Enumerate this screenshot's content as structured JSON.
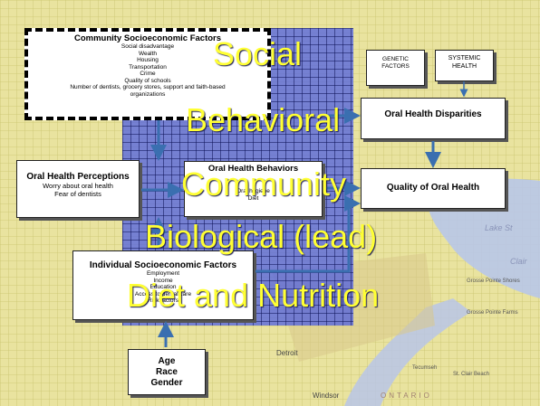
{
  "community_factors": {
    "title": "Community Socioeconomic Factors",
    "items": [
      "Social disadvantage",
      "Wealth",
      "Housing",
      "Transportation",
      "Crime",
      "Quality of schools",
      "Number of dentists, grocery stores, support and faith-based",
      "organizations"
    ]
  },
  "genetic": [
    "GENETIC",
    "FACTORS"
  ],
  "systemic": [
    "SYSTEMIC",
    "HEALTH"
  ],
  "disparities": {
    "title": "Oral Health Disparities"
  },
  "quality": {
    "title": "Quality of Oral Health"
  },
  "perceptions": {
    "title": "Oral Health Perceptions",
    "items": [
      "Worry about oral health",
      "Fear of dentists"
    ]
  },
  "behaviors": {
    "title": "Oral Health Behaviors",
    "items": [
      "Oral hygiene",
      "Diet"
    ]
  },
  "individual": {
    "title": "Individual Socioeconomic Factors",
    "items": [
      "Employment",
      "Income",
      "Education",
      "Access to dental care",
      "Risk factors"
    ]
  },
  "demographics": [
    "Age",
    "Race",
    "Gender"
  ],
  "overlay_words": [
    "Social",
    "Behavioral",
    "Community",
    "Biological (lead)",
    "Diet and Nutrition"
  ],
  "map_labels": [
    "Lake St",
    "Clair",
    "Grosse Pointe Shores",
    "Grosse Pointe Farms",
    "Detroit",
    "Windsor",
    "St. Clair Beach",
    "Tecumseh",
    "ONTARIO"
  ],
  "colors": {
    "map_bg": "#e8e2a0",
    "overlay": "#4a5ae6",
    "overlay_text": "#ffff33",
    "arrow": "#3a6fb0"
  }
}
